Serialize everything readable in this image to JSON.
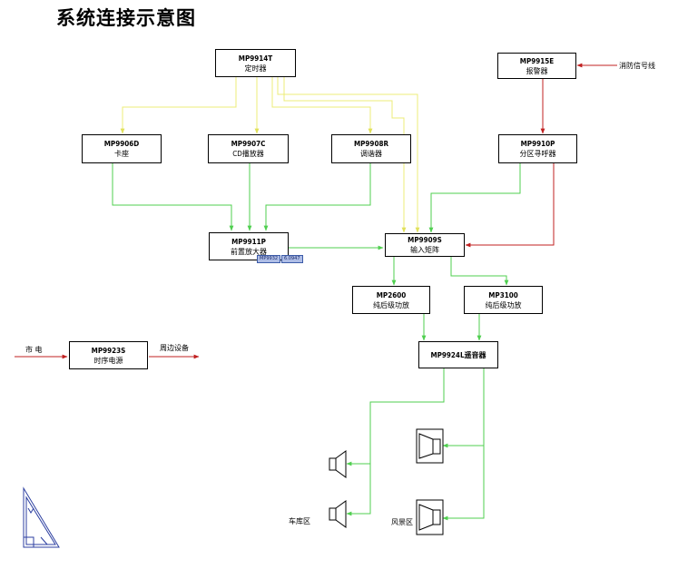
{
  "title": "系统连接示意图",
  "boxes": {
    "timer": {
      "model": "MP9914T",
      "name": "定时器"
    },
    "alarm": {
      "model": "MP9915E",
      "name": "报警器"
    },
    "card": {
      "model": "MP9906D",
      "name": "卡座"
    },
    "cd": {
      "model": "MP9907C",
      "name": "CD播放器"
    },
    "tuner": {
      "model": "MP9908R",
      "name": "调谐器"
    },
    "zone": {
      "model": "MP9910P",
      "name": "分区寻呼器"
    },
    "preamp": {
      "model": "MP9911P",
      "name": "前置放大器"
    },
    "matrix": {
      "model": "MP9909S",
      "name": "输入矩阵"
    },
    "amp2600": {
      "model": "MP2600",
      "name": "纯后级功放"
    },
    "amp3100": {
      "model": "MP3100",
      "name": "纯后级功放"
    },
    "power": {
      "model": "MP9923S",
      "name": "时序电源"
    },
    "switcher": {
      "model": "MP9924L遥音器"
    }
  },
  "labels": {
    "fire_signal": "消防信号线",
    "mains": "市  电",
    "peripheral": "周边设备",
    "garage": "车库区",
    "scenic": "风景区"
  },
  "tags": {
    "left": "MP9932",
    "right": "6.0947"
  },
  "colors": {
    "yellow": "#ecec78",
    "green": "#4fcf4f",
    "red": "#c02020",
    "box_border": "#000000",
    "tag_fill": "#aebde6",
    "triangle": "#2c3fa0"
  },
  "icons": [
    "speaker-icon",
    "triangle-ucs-icon"
  ]
}
